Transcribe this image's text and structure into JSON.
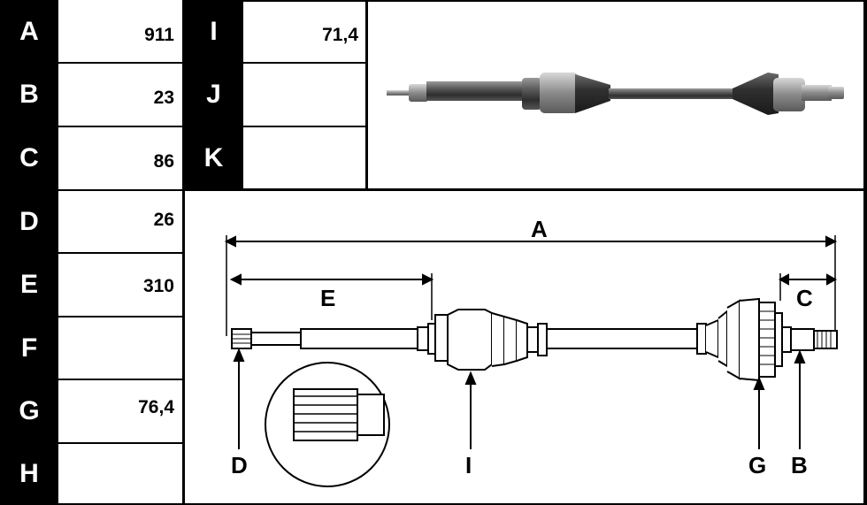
{
  "table_left": [
    {
      "letter": "A",
      "value": "911"
    },
    {
      "letter": "B",
      "value": "23"
    },
    {
      "letter": "C",
      "value": "86"
    },
    {
      "letter": "D",
      "value": "26"
    },
    {
      "letter": "E",
      "value": "310"
    },
    {
      "letter": "F",
      "value": ""
    },
    {
      "letter": "G",
      "value": "76,4"
    },
    {
      "letter": "H",
      "value": ""
    }
  ],
  "table_right": [
    {
      "letter": "I",
      "value": "71,4"
    },
    {
      "letter": "J",
      "value": ""
    },
    {
      "letter": "K",
      "value": ""
    }
  ],
  "diagram": {
    "labels": {
      "A": "A",
      "E": "E",
      "C": "C",
      "D": "D",
      "I": "I",
      "G": "G",
      "B": "B"
    }
  },
  "colors": {
    "shaft_dark": "#3a3a3a",
    "shaft_mid": "#6b6b6b",
    "shaft_light": "#a8a8a8"
  }
}
